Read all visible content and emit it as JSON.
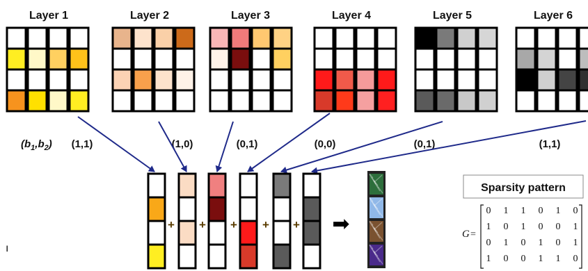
{
  "layers": [
    {
      "title": "Layer 1",
      "code": "(1,1)",
      "cells": [
        [
          "#ffffff",
          "#ffffff",
          "#ffffff",
          "#ffffff"
        ],
        [
          "#ffee22",
          "#fff8c8",
          "#ffd060",
          "#ffc21a"
        ],
        [
          "#ffffff",
          "#ffffff",
          "#ffffff",
          "#ffffff"
        ],
        [
          "#f7931e",
          "#ffe000",
          "#fff8c8",
          "#ffee22"
        ]
      ]
    },
    {
      "title": "Layer 2",
      "code": "(1,0)",
      "cells": [
        [
          "#e8b48c",
          "#fde3cc",
          "#fad0a8",
          "#cc6a1a"
        ],
        [
          "#ffffff",
          "#ffffff",
          "#ffffff",
          "#ffffff"
        ],
        [
          "#fbd2b4",
          "#f8a04c",
          "#fde2cc",
          "#fff2e8"
        ],
        [
          "#ffffff",
          "#ffffff",
          "#ffffff",
          "#ffffff"
        ]
      ]
    },
    {
      "title": "Layer 3",
      "code": "(0,1)",
      "cells": [
        [
          "#f9b6b6",
          "#f07a7a",
          "#ffc870",
          "#ffd284"
        ],
        [
          "#fff3e8",
          "#7a0e0e",
          "#ffffff",
          "#ffd060"
        ],
        [
          "#ffffff",
          "#ffffff",
          "#ffffff",
          "#ffffff"
        ],
        [
          "#ffffff",
          "#ffffff",
          "#ffffff",
          "#ffffff"
        ]
      ]
    },
    {
      "title": "Layer 4",
      "code": "(0,0)",
      "cells": [
        [
          "#ffffff",
          "#ffffff",
          "#ffffff",
          "#ffffff"
        ],
        [
          "#ffffff",
          "#ffffff",
          "#ffffff",
          "#ffffff"
        ],
        [
          "#ff1a1a",
          "#f05a4a",
          "#f59a9a",
          "#ff1a1a"
        ],
        [
          "#d83a2a",
          "#ff3a1a",
          "#f5a0a0",
          "#ff2020"
        ]
      ]
    },
    {
      "title": "Layer 5",
      "code": "(0,1)",
      "cells": [
        [
          "#000000",
          "#7a7a7a",
          "#d0d0d0",
          "#d6d6d6"
        ],
        [
          "#ffffff",
          "#ffffff",
          "#ffffff",
          "#ffffff"
        ],
        [
          "#ffffff",
          "#ffffff",
          "#ffffff",
          "#ffffff"
        ],
        [
          "#5a5a5a",
          "#6a6a6a",
          "#c8c8c8",
          "#d0d0d0"
        ]
      ]
    },
    {
      "title": "Layer 6",
      "code": "(1,1)",
      "cells": [
        [
          "#ffffff",
          "#ffffff",
          "#ffffff",
          "#ffffff"
        ],
        [
          "#a8a8a8",
          "#d4d4d4",
          "#ffffff",
          "#bdbdbd"
        ],
        [
          "#000000",
          "#cfcfcf",
          "#444444",
          "#303030"
        ],
        [
          "#ffffff",
          "#ffffff",
          "#ffffff",
          "#ffffff"
        ]
      ]
    }
  ],
  "code_header": "(b1,b2)",
  "code_header_parts": {
    "open": "(b",
    "sub1": "1",
    "mid": ",b",
    "sub2": "2",
    "close": ")"
  },
  "bottom_columns": [
    [
      "#ffffff",
      "#f9a818",
      "#ffffff",
      "#ffee22"
    ],
    [
      "#fbdcc4",
      "#ffffff",
      "#fbdcc4",
      "#ffffff"
    ],
    [
      "#f08080",
      "#7a0e0e",
      "#ffffff",
      "#ffffff"
    ],
    [
      "#ffffff",
      "#ffffff",
      "#ff1a1a",
      "#d83a2a"
    ],
    [
      "#7a7a7a",
      "#ffffff",
      "#ffffff",
      "#5a5a5a"
    ],
    [
      "#ffffff",
      "#5a5a5a",
      "#5a5a5a",
      "#ffffff"
    ]
  ],
  "plus_sign": "+",
  "arrow_sign": "➡",
  "result_column": [
    "#2d6e3c",
    "#90b8e8",
    "#7a5230",
    "#4a2a8a"
  ],
  "sparsity": {
    "title": "Sparsity pattern",
    "matrix_name": "G",
    "equals": "=",
    "rows": [
      [
        0,
        1,
        1,
        0,
        1,
        0
      ],
      [
        1,
        0,
        1,
        0,
        0,
        1
      ],
      [
        0,
        1,
        0,
        1,
        0,
        1
      ],
      [
        1,
        0,
        0,
        1,
        1,
        0
      ]
    ]
  },
  "stray_mark": "ı",
  "colors": {
    "arrow": "#1f2a8a",
    "outline": "#000000"
  }
}
